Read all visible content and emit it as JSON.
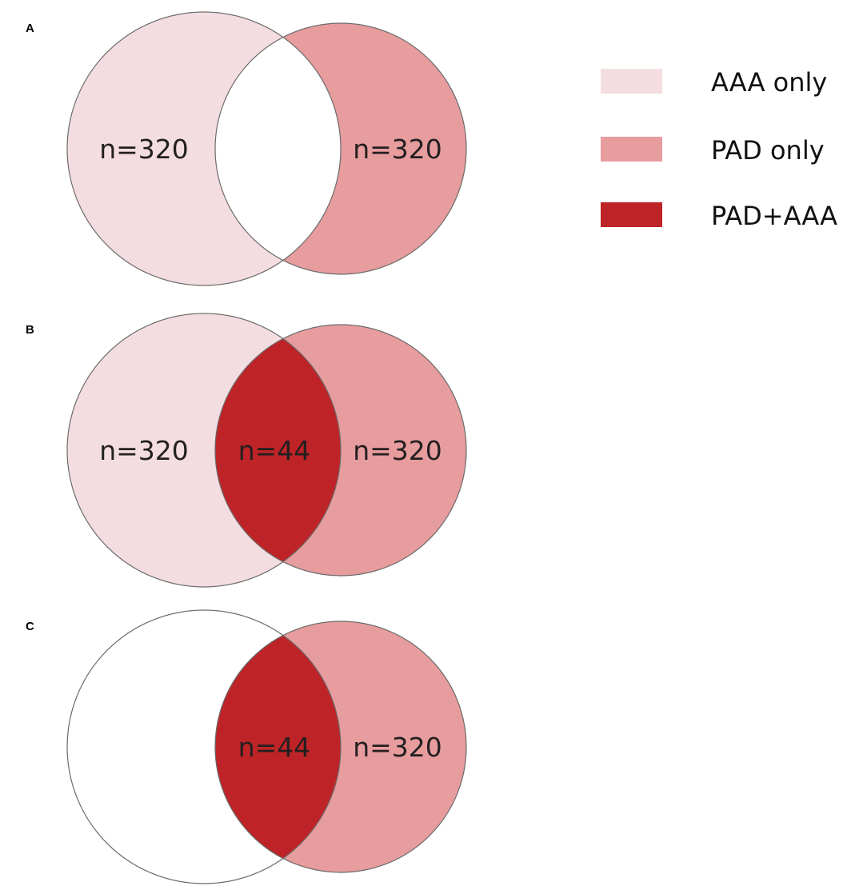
{
  "colors": {
    "aaa_only": "#f4dde0",
    "pad_only": "#e79c9e",
    "pad_aaa": "#be2427",
    "outline": "#6b6b6b",
    "white": "#ffffff"
  },
  "legend": [
    {
      "label": "AAA only",
      "color_key": "aaa_only"
    },
    {
      "label": "PAD only",
      "color_key": "pad_only"
    },
    {
      "label": "PAD+AAA",
      "color_key": "pad_aaa"
    }
  ],
  "panels": [
    {
      "label": "A",
      "left_fill": "aaa_only",
      "right_fill": "pad_only",
      "overlap_fill": "white",
      "left_count": "n=320",
      "right_count": "n=320",
      "overlap_count": ""
    },
    {
      "label": "B",
      "left_fill": "aaa_only",
      "right_fill": "pad_only",
      "overlap_fill": "pad_aaa",
      "left_count": "n=320",
      "right_count": "n=320",
      "overlap_count": "n=44"
    },
    {
      "label": "C",
      "left_fill": "white",
      "right_fill": "pad_only",
      "overlap_fill": "pad_aaa",
      "left_count": "",
      "right_count": "n=320",
      "overlap_count": "n=44"
    }
  ]
}
